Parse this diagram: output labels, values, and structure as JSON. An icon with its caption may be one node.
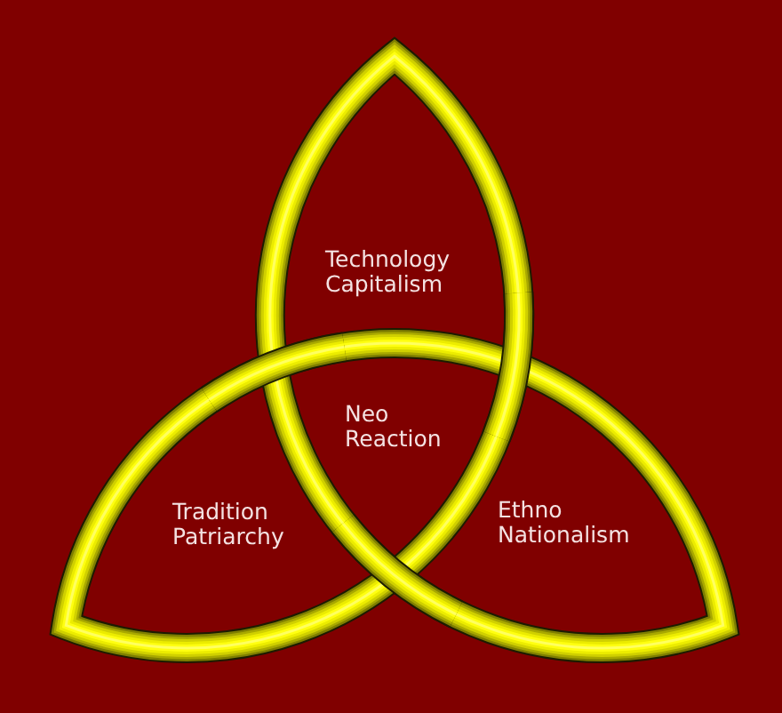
{
  "diagram": {
    "labels": [
      "Technology Capitalism",
      "Neo Reaction",
      "Tradition Patriarchy",
      "Ethno Nationalism"
    ]
  }
}
